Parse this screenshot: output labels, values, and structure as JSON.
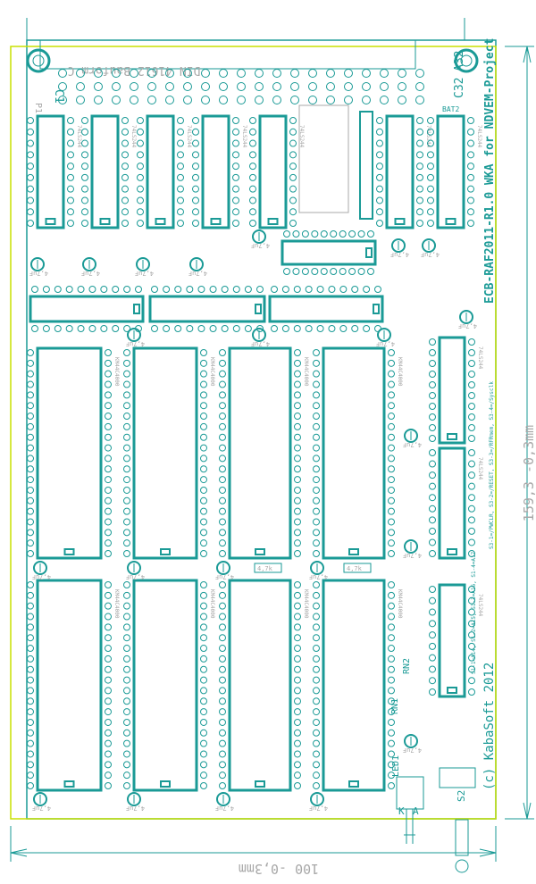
{
  "board": {
    "title": "ECB-RAF2011-R1.0 WKA for NDVEM-Project",
    "copyright": "(c) KabaSoft 2012",
    "connector": "DIN 41612 Bauform C",
    "connector_ref": "P1",
    "pin_c1": "C1",
    "pin_c32": "C32",
    "pin_a32": "A32",
    "dim_height": "159,3 -0,3mm",
    "dim_width": "100 -0,3mm",
    "switch_note_s1": "S1-1=A14, S1-2=A15, S1-3=A16, S1-4=A17",
    "switch_note_s3": "S3-1=/PWCLR, S3-2=/RESET, S3-3=/RFRmem, S3-4=/Sysclk",
    "battery": "BAT2",
    "s2": "S2",
    "led": "LED1",
    "ka": [
      "K",
      "A"
    ],
    "cap_label": "4,7uF",
    "res_label": "4,7k",
    "rn": [
      "RN1",
      "RN2"
    ],
    "ram_part": "KM44C4000",
    "logic_part": "74LS244"
  },
  "colors": {
    "trace": "#1a9a96",
    "outline": "#c8e000",
    "silk": "#a8a8a8"
  }
}
